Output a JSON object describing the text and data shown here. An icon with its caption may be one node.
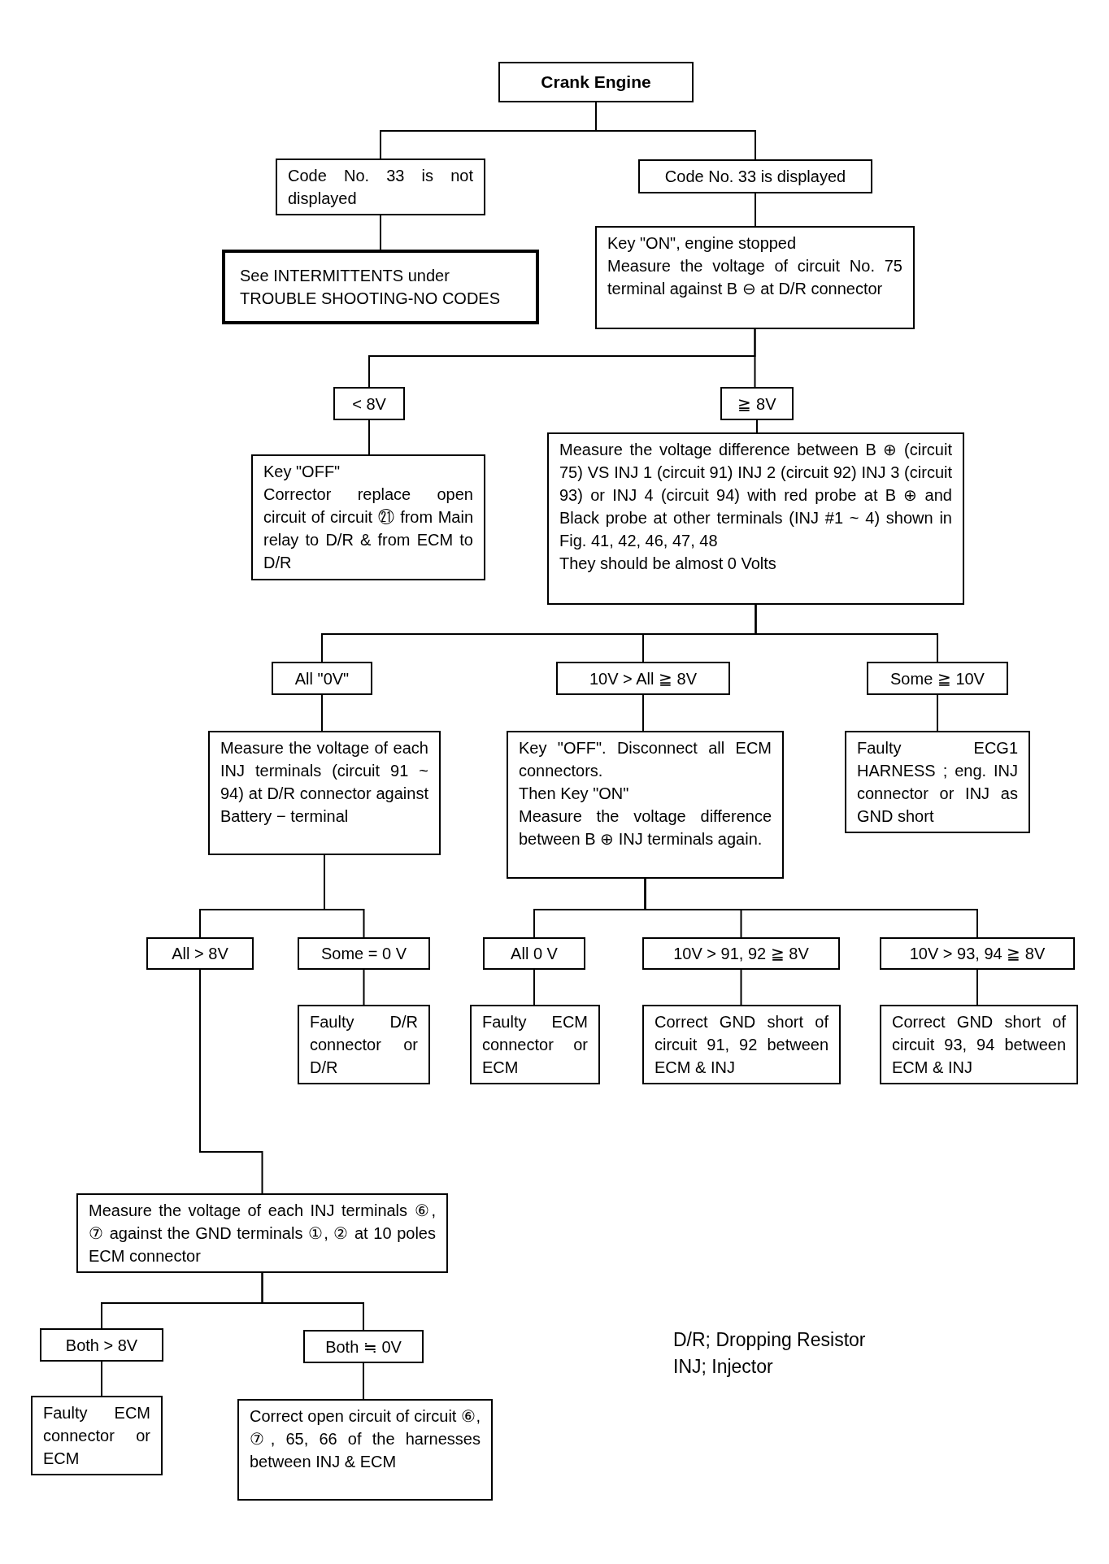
{
  "diagram": {
    "nodes": [
      {
        "text": [
          "Crank Engine"
        ]
      },
      {
        "text": [
          "Code No. 33 is not displayed"
        ]
      },
      {
        "text": [
          "Code No. 33 is displayed"
        ]
      },
      {
        "text": [
          "See INTERMITTENTS under TROUBLE SHOOTING-NO CODES"
        ]
      },
      {
        "text": [
          "Key \"ON\", engine stopped",
          "Measure the voltage of circuit No. 75 terminal against B ⊖ at D/R connector"
        ]
      },
      {
        "text": [
          "< 8V"
        ]
      },
      {
        "text": [
          "≧ 8V"
        ]
      },
      {
        "text": [
          "Key \"OFF\"",
          "Corrector replace open circuit of circuit ㉑ from Main relay to D/R & from ECM to D/R"
        ]
      },
      {
        "text": [
          "Measure the voltage difference between B ⊕ (circuit 75) VS INJ 1 (circuit 91) INJ 2 (circuit 92) INJ 3 (circuit 93) or INJ 4 (circuit 94) with red probe at B ⊕ and Black probe at other terminals (INJ #1 ~ 4) shown in Fig. 41, 42, 46, 47, 48",
          "They should be almost 0 Volts"
        ]
      },
      {
        "text": [
          "All \"0V\""
        ]
      },
      {
        "text": [
          "10V > All ≧ 8V"
        ]
      },
      {
        "text": [
          "Some ≧ 10V"
        ]
      },
      {
        "text": [
          "Measure the voltage of each INJ terminals (circuit 91 ~ 94) at D/R connector against Battery − terminal"
        ]
      },
      {
        "text": [
          "Key \"OFF\". Disconnect all ECM connectors.",
          "Then Key \"ON\"",
          "Measure the voltage difference between B ⊕ INJ terminals again."
        ]
      },
      {
        "text": [
          "Faulty ECG1 HARNESS ; eng. INJ connector or INJ as GND short"
        ]
      },
      {
        "text": [
          "All > 8V"
        ]
      },
      {
        "text": [
          "Some = 0 V"
        ]
      },
      {
        "text": [
          "All 0 V"
        ]
      },
      {
        "text": [
          "10V > 91, 92 ≧ 8V"
        ]
      },
      {
        "text": [
          "10V > 93, 94 ≧ 8V"
        ]
      },
      {
        "text": [
          "Faulty D/R connector or D/R"
        ]
      },
      {
        "text": [
          "Faulty ECM connector or ECM"
        ]
      },
      {
        "text": [
          "Correct GND short of circuit 91, 92 between ECM & INJ"
        ]
      },
      {
        "text": [
          "Correct GND short of circuit 93, 94 between ECM & INJ"
        ]
      },
      {
        "text": [
          "Measure the voltage of each INJ terminals ⑥, ⑦ against the GND terminals ①, ② at 10 poles ECM connector"
        ]
      },
      {
        "text": [
          "Both > 8V"
        ]
      },
      {
        "text": [
          "Both ≒ 0V"
        ]
      },
      {
        "text": [
          "Faulty ECM connector or ECM"
        ]
      },
      {
        "text": [
          "Correct open circuit of circuit ⑥, ⑦, 65, 66 of the harnesses between INJ & ECM"
        ]
      }
    ],
    "edges": [
      {
        "from": 0,
        "to": 1,
        "arrow": "none"
      },
      {
        "from": 0,
        "to": 2,
        "arrow": "none"
      },
      {
        "from": 1,
        "to": 3,
        "arrow": "none"
      },
      {
        "from": 2,
        "to": 4,
        "arrow": "none"
      },
      {
        "from": 4,
        "to": 5,
        "arrow": "none"
      },
      {
        "from": 4,
        "to": 6,
        "arrow": "none"
      },
      {
        "from": 5,
        "to": 7,
        "arrow": "none"
      },
      {
        "from": 6,
        "to": 8,
        "arrow": "none"
      },
      {
        "from": 8,
        "to": 9,
        "arrow": "none"
      },
      {
        "from": 8,
        "to": 10,
        "arrow": "none"
      },
      {
        "from": 8,
        "to": 11,
        "arrow": "none"
      },
      {
        "from": 9,
        "to": 12,
        "arrow": "none"
      },
      {
        "from": 10,
        "to": 13,
        "arrow": "none"
      },
      {
        "from": 11,
        "to": 14,
        "arrow": "none"
      },
      {
        "from": 12,
        "to": 15,
        "arrow": "none"
      },
      {
        "from": 12,
        "to": 16,
        "arrow": "none"
      },
      {
        "from": 13,
        "to": 17,
        "arrow": "none"
      },
      {
        "from": 13,
        "to": 18,
        "arrow": "none"
      },
      {
        "from": 13,
        "to": 19,
        "arrow": "none"
      },
      {
        "from": 16,
        "to": 20,
        "arrow": "none"
      },
      {
        "from": 17,
        "to": 21,
        "arrow": "none"
      },
      {
        "from": 18,
        "to": 22,
        "arrow": "none"
      },
      {
        "from": 19,
        "to": 23,
        "arrow": "none"
      },
      {
        "from": 15,
        "to": 24,
        "arrow": "none"
      },
      {
        "from": 24,
        "to": 25,
        "arrow": "none"
      },
      {
        "from": 24,
        "to": 26,
        "arrow": "none"
      },
      {
        "from": 25,
        "to": 27,
        "arrow": "none"
      },
      {
        "from": 26,
        "to": 28,
        "arrow": "none"
      }
    ],
    "labels": [
      "D/R; Dropping Resistor",
      "INJ; Injector"
    ]
  }
}
